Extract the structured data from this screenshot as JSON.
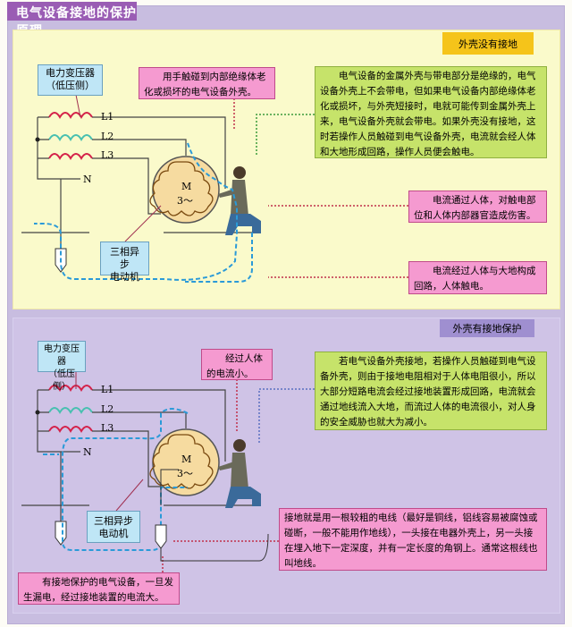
{
  "title": "电气设备接地的保护原理",
  "top": {
    "tag": "外壳没有接地",
    "transformer": "电力变压器\n（低压侧）",
    "touch_note": "用手触碰到内部绝缘体老化或损坏的电气设备外壳。",
    "explanation": "电气设备的金属外壳与带电部分是绝缘的，电气设备外壳上不会带电，但如果电气设备内部绝缘体老化或损坏，与外壳短接时，电就可能传到金属外壳上来，电气设备外壳就会带电。如果外壳没有接地，这时若操作人员触碰到电气设备外壳，电流就会经人体和大地形成回路，操作人员便会触电。",
    "harm_note": "电流通过人体，对触电部位和人体内部器官造成伤害。",
    "loop_note": "电流经过人体与大地构成回路，人体触电。",
    "motor_label": "三相异步\n电动机"
  },
  "bottom": {
    "tag": "外壳有接地保护",
    "transformer": "电力变压器\n（低压侧）",
    "small_current": "经过人体的电流小。",
    "explanation": "若电气设备外壳接地，若操作人员触碰到电气设备外壳，则由于接地电阻相对于人体电阻很小，所以大部分短路电流会经过接地装置形成回路，电流就会通过地线流入大地，而流过人体的电流很小，对人身的安全威胁也就大为减小。",
    "ground_def": "接地就是用一根较粗的电线（最好是铜线，铝线容易被腐蚀或碰断，一般不能用作地线），一头接在电器外壳上，另一头接在埋入地下一定深度，并有一定长度的角钢上。通常这根线也叫地线。",
    "large_current": "有接地保护的电气设备，一旦发生漏电，经过接地装置的电流大。",
    "motor_label": "三相异步\n电动机"
  },
  "lines": {
    "l1": "L1",
    "l2": "L2",
    "l3": "L3",
    "n": "N",
    "motor": "M",
    "phase": "3～"
  }
}
